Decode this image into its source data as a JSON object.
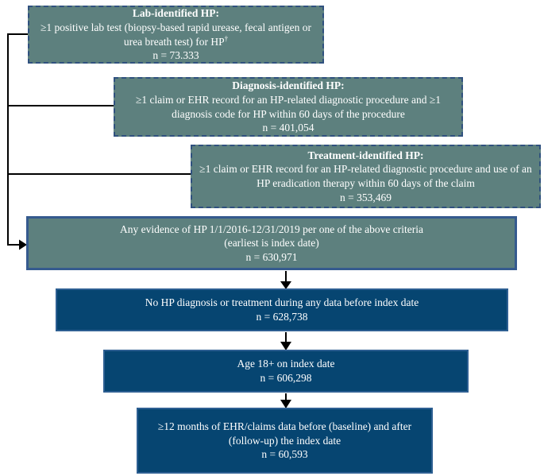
{
  "diagram": {
    "criteria_boxes": [
      {
        "title": "Lab-identified HP:",
        "body": "≥1 positive lab test (biopsy-based rapid urease, fecal antigen or urea breath test) for HP",
        "superscript": "†",
        "n": "n = 73.333"
      },
      {
        "title": "Diagnosis-identified HP:",
        "body": "≥1 claim or EHR record for an HP-related diagnostic procedure and ≥1 diagnosis code for HP within 60 days of the procedure",
        "superscript": "",
        "n": "n = 401,054"
      },
      {
        "title": "Treatment-identified HP:",
        "body": "≥1 claim or EHR record for an HP-related diagnostic procedure and use of an HP eradication therapy within 60 days of the claim",
        "superscript": "",
        "n": "n = 353,469"
      }
    ],
    "combined_box": {
      "line1": "Any evidence of HP 1/1/2016-12/31/2019 per one of the above criteria",
      "line2": "(earliest is index date)",
      "n": "n = 630,971"
    },
    "filter_boxes": [
      {
        "body": "No HP diagnosis or treatment during any data before index date",
        "n": "n = 628,738"
      },
      {
        "body": "Age 18+ on index date",
        "n": "n = 606,298"
      },
      {
        "body": "≥12 months of EHR/claims data before (baseline) and after (follow-up) the index date",
        "n": "n = 60,593"
      }
    ],
    "colors": {
      "teal_fill": "#5d807e",
      "navy_fill": "#064571",
      "dashed_border": "#30517f",
      "solid_border": "#355a8e",
      "connector_line": "#000000",
      "text": "#ffffff"
    }
  }
}
